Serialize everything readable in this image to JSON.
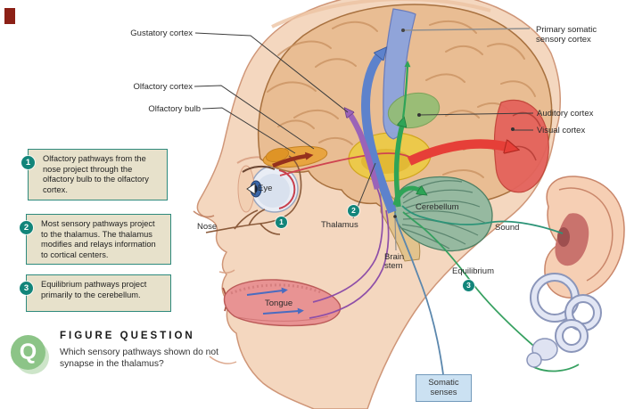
{
  "figure_tab": {
    "color": "#8c2016"
  },
  "cortex_labels": {
    "gustatory": "Gustatory cortex",
    "olfactory_cortex": "Olfactory cortex",
    "olfactory_bulb": "Olfactory bulb",
    "primary_somatic": "Primary somatic sensory cortex",
    "auditory": "Auditory cortex",
    "visual": "Visual cortex"
  },
  "anatomy_labels": {
    "eye": "Eye",
    "nose": "Nose",
    "thalamus": "Thalamus",
    "brain_stem": "Brain stem",
    "cerebellum": "Cerebellum",
    "tongue": "Tongue"
  },
  "pathway_labels": {
    "sound": "Sound",
    "equilibrium": "Equilibrium",
    "somatic_senses": "Somatic senses"
  },
  "markers": {
    "m1": "1",
    "m2": "2",
    "m3": "3"
  },
  "callouts": [
    {
      "number": "1",
      "text": "Olfactory pathways from the nose project through the olfactory bulb to the olfactory cortex."
    },
    {
      "number": "2",
      "text": "Most sensory pathways project to the thalamus. The thalamus modifies and relays information to cortical centers."
    },
    {
      "number": "3",
      "text": "Equilibrium pathways project primarily to the cerebellum."
    }
  ],
  "figure_question": {
    "icon_letter": "Q",
    "title": "FIGURE QUESTION",
    "question": "Which sensory pathways shown do not synapse in the thalamus?"
  },
  "colors": {
    "callout_bg": "#e7e1cb",
    "callout_border": "#2e8a7d",
    "badge_teal": "#12857a",
    "somatic_box_bg": "#cbe1f2",
    "somatic_box_border": "#7299bb",
    "skin": "#f4d7bf",
    "brain": "#e9bd93",
    "somatic_cortex_band": "#8ca3dd",
    "auditory_cortex_patch": "#94bd74",
    "visual_cortex_patch": "#e4635c",
    "thalamus_patch": "#ecc94b",
    "olfactory_patch": "#e8a33c",
    "cerebellum_green": "#96b9a0",
    "pathway_blue_arrow": "#5d82cc",
    "pathway_purple": "#9b63b8",
    "pathway_green": "#2fa457",
    "pathway_red": "#e63f38",
    "pathway_maroon": "#95301d",
    "sound_line": "#2d9478",
    "somatic_line": "#5b87ad",
    "q_icon_green": "#8cc487"
  }
}
